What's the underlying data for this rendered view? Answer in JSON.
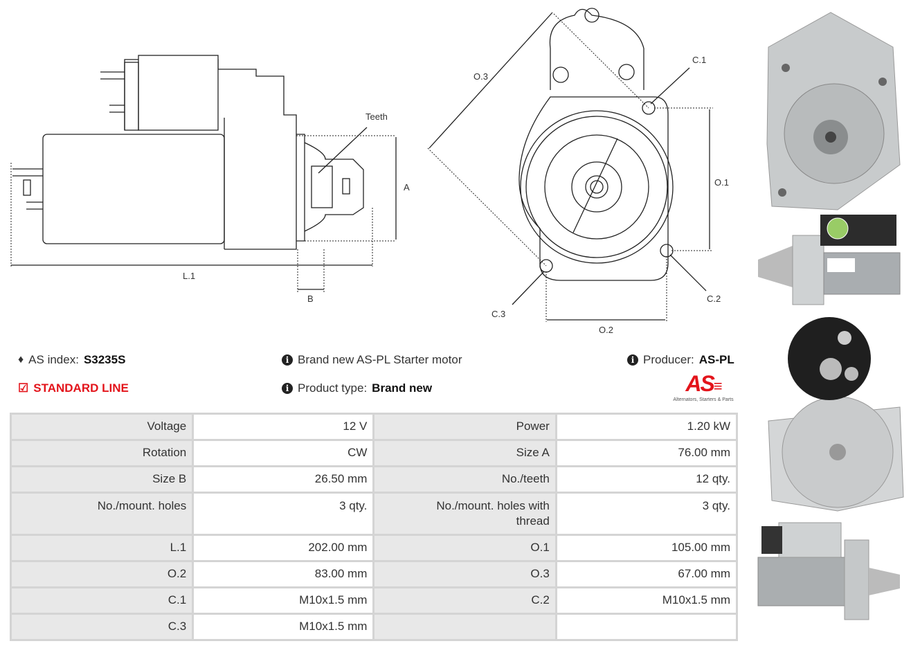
{
  "drawing_labels": {
    "teeth": "Teeth",
    "a": "A",
    "l1": "L.1",
    "b": "B",
    "o3": "O.3",
    "c1": "C.1",
    "o1": "O.1",
    "c2": "C.2",
    "c3": "C.3",
    "o2": "O.2"
  },
  "info": {
    "as_index_label": "AS index:",
    "as_index_value": "S3235S",
    "line": "STANDARD LINE",
    "description": "Brand new AS-PL Starter motor",
    "product_type_label": "Product type:",
    "product_type_value": "Brand new",
    "producer_label": "Producer:",
    "producer_value": "AS-PL",
    "logo_text": "AS",
    "logo_tagline": "Alternators, Starters & Parts"
  },
  "colors": {
    "accent": "#e3141b"
  },
  "specs": [
    [
      "Voltage",
      "12 V",
      "Power",
      "1.20 kW"
    ],
    [
      "Rotation",
      "CW",
      "Size A",
      "76.00 mm"
    ],
    [
      "Size B",
      "26.50 mm",
      "No./teeth",
      "12 qty."
    ],
    [
      "No./mount. holes",
      "3 qty.",
      "No./mount. holes with thread",
      "3 qty."
    ],
    [
      "L.1",
      "202.00 mm",
      "O.1",
      "105.00 mm"
    ],
    [
      "O.2",
      "83.00 mm",
      "O.3",
      "67.00 mm"
    ],
    [
      "C.1",
      "M10x1.5 mm",
      "C.2",
      "M10x1.5 mm"
    ],
    [
      "C.3",
      "M10x1.5 mm",
      "",
      ""
    ]
  ]
}
